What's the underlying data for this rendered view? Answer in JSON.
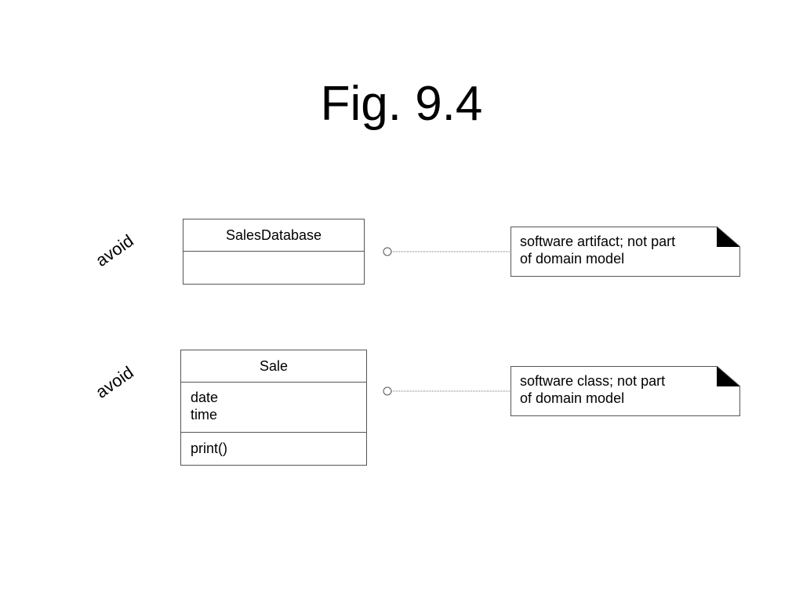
{
  "title": "Fig. 9.4",
  "rows": [
    {
      "avoid_label": "avoid",
      "class": {
        "name": "SalesDatabase",
        "attributes": [],
        "operations": []
      },
      "note": "software artifact; not part\nof domain model"
    },
    {
      "avoid_label": "avoid",
      "class": {
        "name": "Sale",
        "attributes": [
          "date",
          "time"
        ],
        "operations": [
          "print()"
        ]
      },
      "note": "software class; not part\nof domain model"
    }
  ]
}
